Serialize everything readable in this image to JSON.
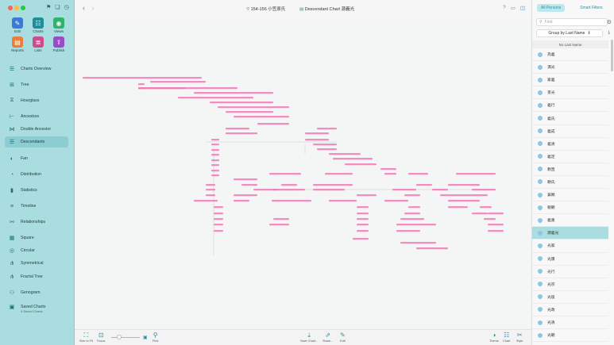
{
  "window": {
    "nav_back": "‹",
    "nav_forward": "›",
    "document_title": "154-156 小笠原氏",
    "chart_title": "Descendant Chart 源義光"
  },
  "sidebar": {
    "tiles": [
      {
        "label": "Edit",
        "icon": "pencil-icon",
        "glyph": "✎",
        "color": "#3a7bd5"
      },
      {
        "label": "Charts",
        "icon": "charts-icon",
        "glyph": "☷",
        "color": "#1d8f99"
      },
      {
        "label": "Views",
        "icon": "eye-icon",
        "glyph": "◉",
        "color": "#2db36b"
      },
      {
        "label": "Reports",
        "icon": "reports-icon",
        "glyph": "▤",
        "color": "#e8803a"
      },
      {
        "label": "Lists",
        "icon": "lists-icon",
        "glyph": "≣",
        "color": "#d14b8a"
      },
      {
        "label": "Publish",
        "icon": "publish-icon",
        "glyph": "⇪",
        "color": "#9a4bc8"
      }
    ],
    "items": [
      {
        "label": "Charts Overview",
        "icon": "charts-overview-icon",
        "glyph": "☰"
      },
      {
        "label": "Tree",
        "icon": "tree-icon",
        "glyph": "⊞"
      },
      {
        "label": "Hourglass",
        "icon": "hourglass-icon",
        "glyph": "⧖"
      },
      {
        "label": "Ancestors",
        "icon": "ancestors-icon",
        "glyph": "⊢"
      },
      {
        "label": "Double Ancestor",
        "icon": "double-ancestor-icon",
        "glyph": "⋈"
      },
      {
        "label": "Descendants",
        "icon": "descendants-icon",
        "glyph": "☰"
      },
      {
        "label": "Fan",
        "icon": "fan-icon",
        "glyph": "◐"
      },
      {
        "label": "Distribution",
        "icon": "distribution-icon",
        "glyph": "◔"
      },
      {
        "label": "Statistics",
        "icon": "statistics-icon",
        "glyph": "▮"
      },
      {
        "label": "Timeline",
        "icon": "timeline-icon",
        "glyph": "≡"
      },
      {
        "label": "Relationships",
        "icon": "relationships-icon",
        "glyph": "⚯"
      },
      {
        "label": "Square",
        "icon": "square-icon",
        "glyph": "▦"
      },
      {
        "label": "Circular",
        "icon": "circular-icon",
        "glyph": "◎"
      },
      {
        "label": "Symmetrical",
        "icon": "symmetrical-icon",
        "glyph": "⋔"
      },
      {
        "label": "Fractal Tree",
        "icon": "fractal-tree-icon",
        "glyph": "⋔"
      },
      {
        "label": "Genogram",
        "icon": "genogram-icon",
        "glyph": "⚇"
      },
      {
        "label": "Saved Charts",
        "icon": "saved-charts-icon",
        "glyph": "▣"
      }
    ],
    "active_item": "Descendants",
    "saved_charts_sub": "0 Saved Charts"
  },
  "toolbar_bottom": {
    "size_to_fit": "Size to Fit",
    "focus": "Focus",
    "find": "Find",
    "save_chart": "Save Chart...",
    "share": "Share...",
    "edit": "Edit",
    "theme": "Theme",
    "chart": "Chart",
    "style": "Style"
  },
  "right_panel": {
    "tabs": [
      "All Persons",
      "Smart Filters"
    ],
    "active_tab": "All Persons",
    "search_placeholder": "Find",
    "group_by": "Group by Last Name",
    "section_header": "No Last Name",
    "persons": [
      "為義",
      "満光",
      "家義",
      "景光",
      "義行",
      "義氏",
      "義成",
      "義清",
      "義定",
      "教直",
      "頼氏",
      "兼頼",
      "親朝",
      "義重",
      "源義光",
      "光家",
      "光康",
      "光行",
      "光宗",
      "光俊",
      "光政",
      "光清",
      "光朝"
    ],
    "selected_person": "源義光"
  },
  "colors": {
    "accent": "#2b8fa0",
    "sidebar_bg": "#a9dde0",
    "node_pink": "#f07ab8"
  }
}
